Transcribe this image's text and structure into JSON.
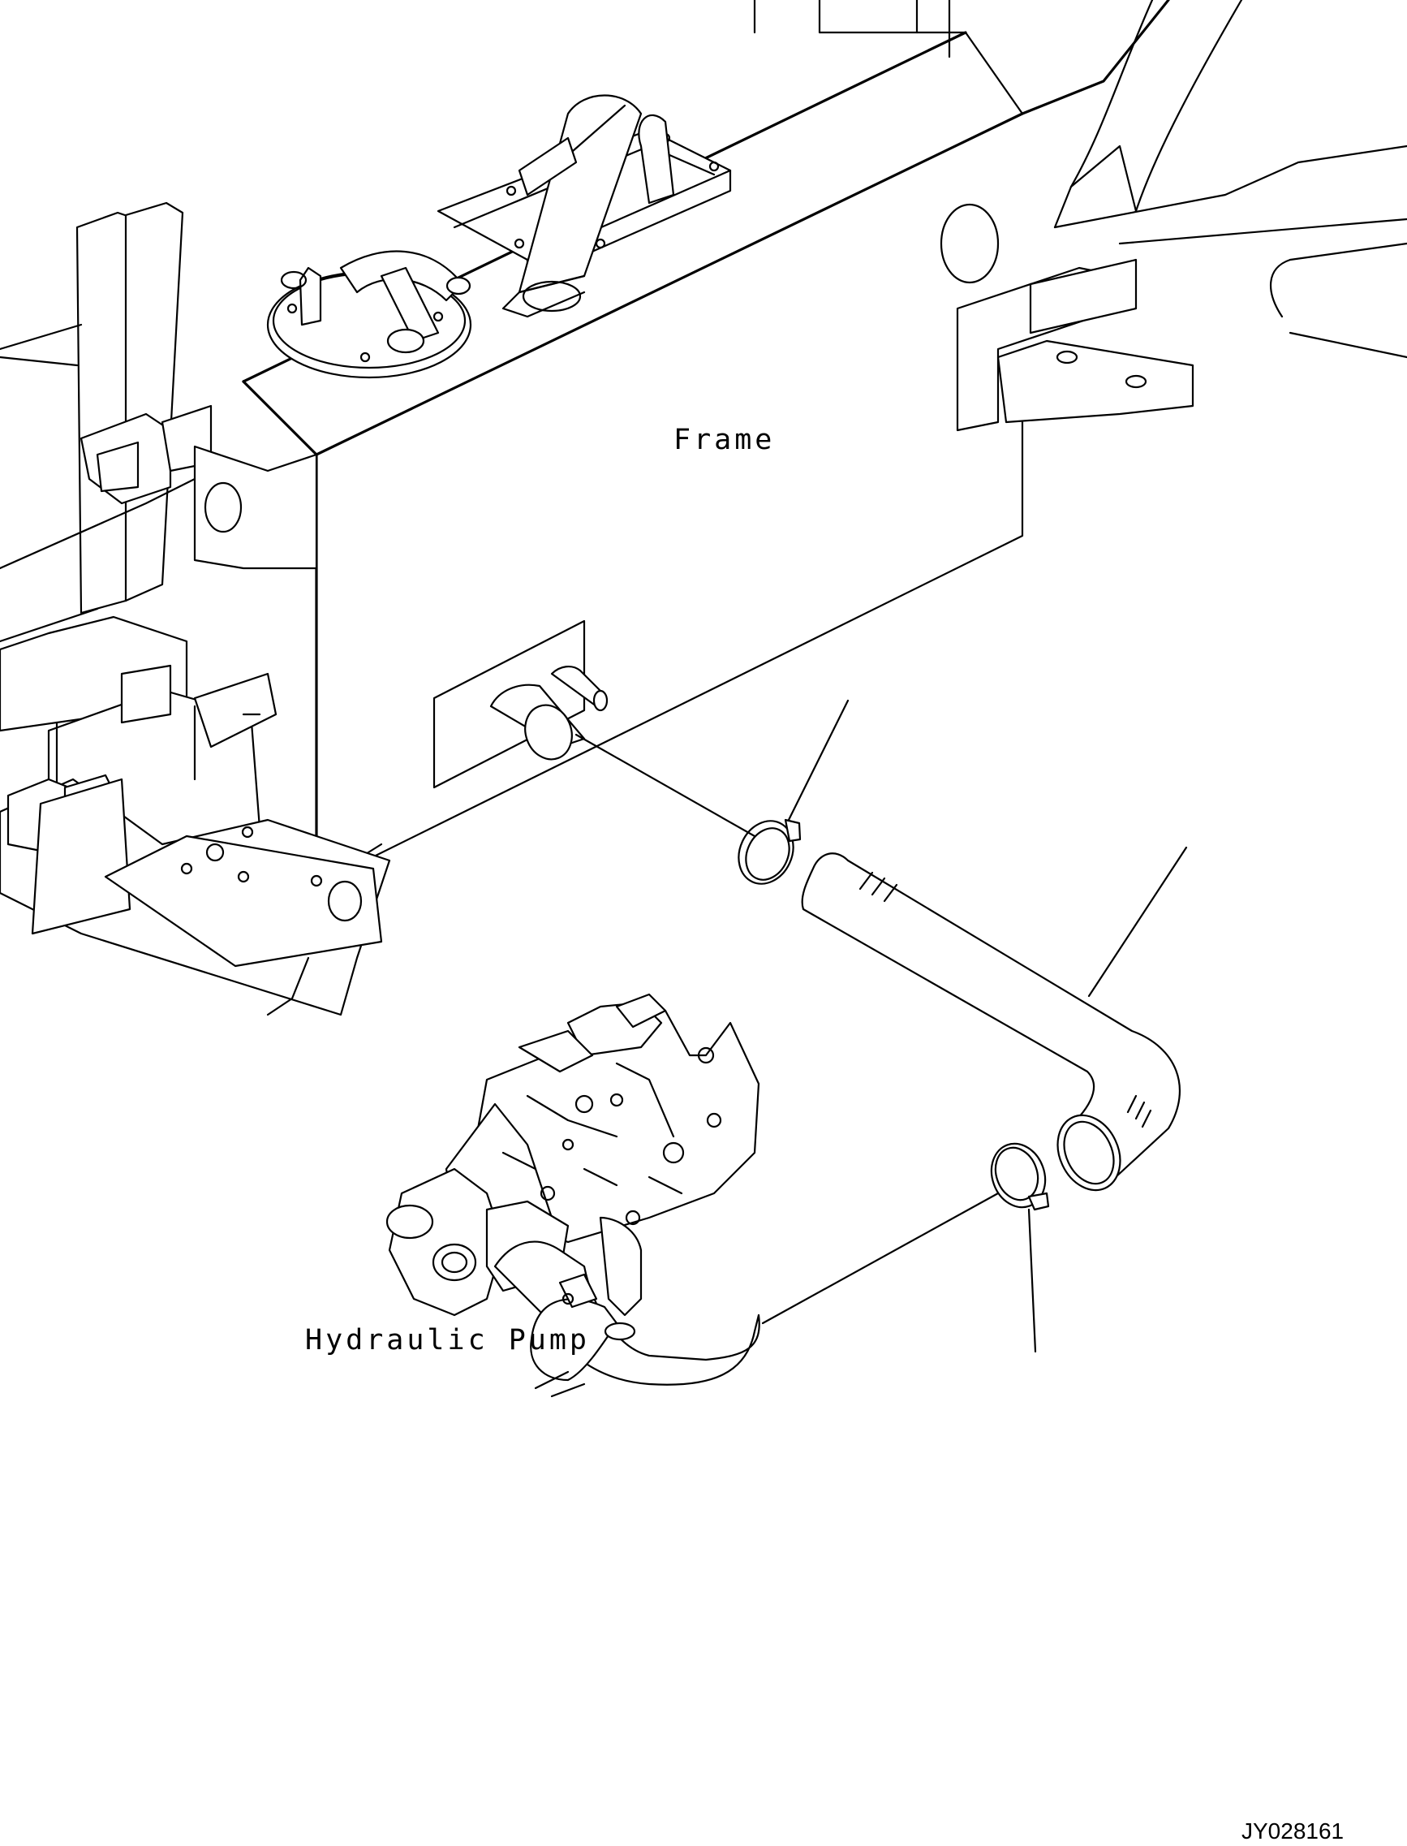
{
  "labels": {
    "frame": "Frame",
    "hydraulic_pump": "Hydraulic Pump",
    "reference_code": "JY028161"
  },
  "colors": {
    "line": "#000000",
    "background": "#ffffff"
  }
}
